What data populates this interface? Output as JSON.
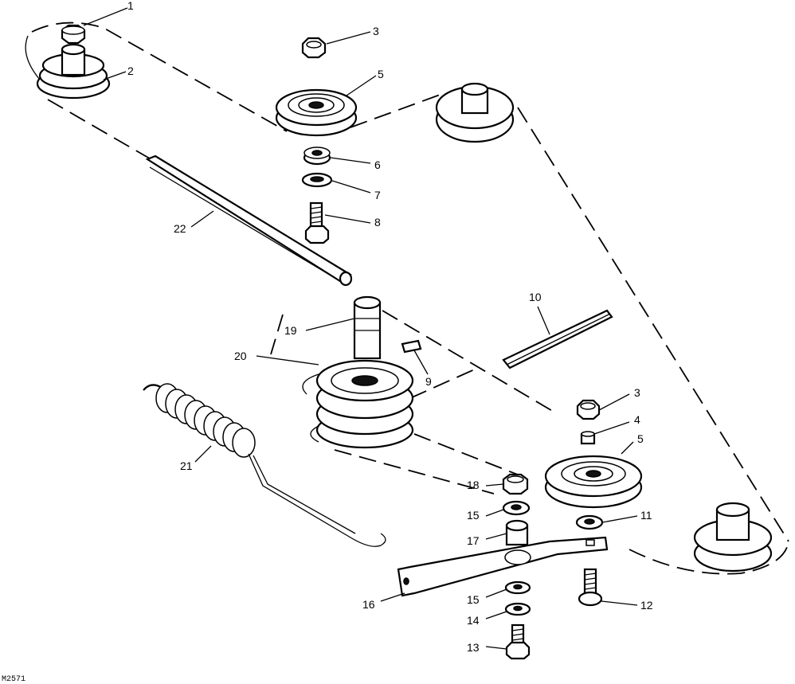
{
  "diagram": {
    "figure_code": "M2571",
    "callouts": [
      {
        "id": "c1",
        "text": "1"
      },
      {
        "id": "c2",
        "text": "2"
      },
      {
        "id": "c3a",
        "text": "3"
      },
      {
        "id": "c5a",
        "text": "5"
      },
      {
        "id": "c6",
        "text": "6"
      },
      {
        "id": "c7",
        "text": "7"
      },
      {
        "id": "c8",
        "text": "8"
      },
      {
        "id": "c22",
        "text": "22"
      },
      {
        "id": "c10",
        "text": "10"
      },
      {
        "id": "c19",
        "text": "19"
      },
      {
        "id": "c20",
        "text": "20"
      },
      {
        "id": "c9",
        "text": "9"
      },
      {
        "id": "c3b",
        "text": "3"
      },
      {
        "id": "c4",
        "text": "4"
      },
      {
        "id": "c5b",
        "text": "5"
      },
      {
        "id": "c21",
        "text": "21"
      },
      {
        "id": "c18",
        "text": "18"
      },
      {
        "id": "c15a",
        "text": "15"
      },
      {
        "id": "c11",
        "text": "11"
      },
      {
        "id": "c17",
        "text": "17"
      },
      {
        "id": "c16",
        "text": "16"
      },
      {
        "id": "c15b",
        "text": "15"
      },
      {
        "id": "c12",
        "text": "12"
      },
      {
        "id": "c14",
        "text": "14"
      },
      {
        "id": "c13",
        "text": "13"
      }
    ]
  }
}
